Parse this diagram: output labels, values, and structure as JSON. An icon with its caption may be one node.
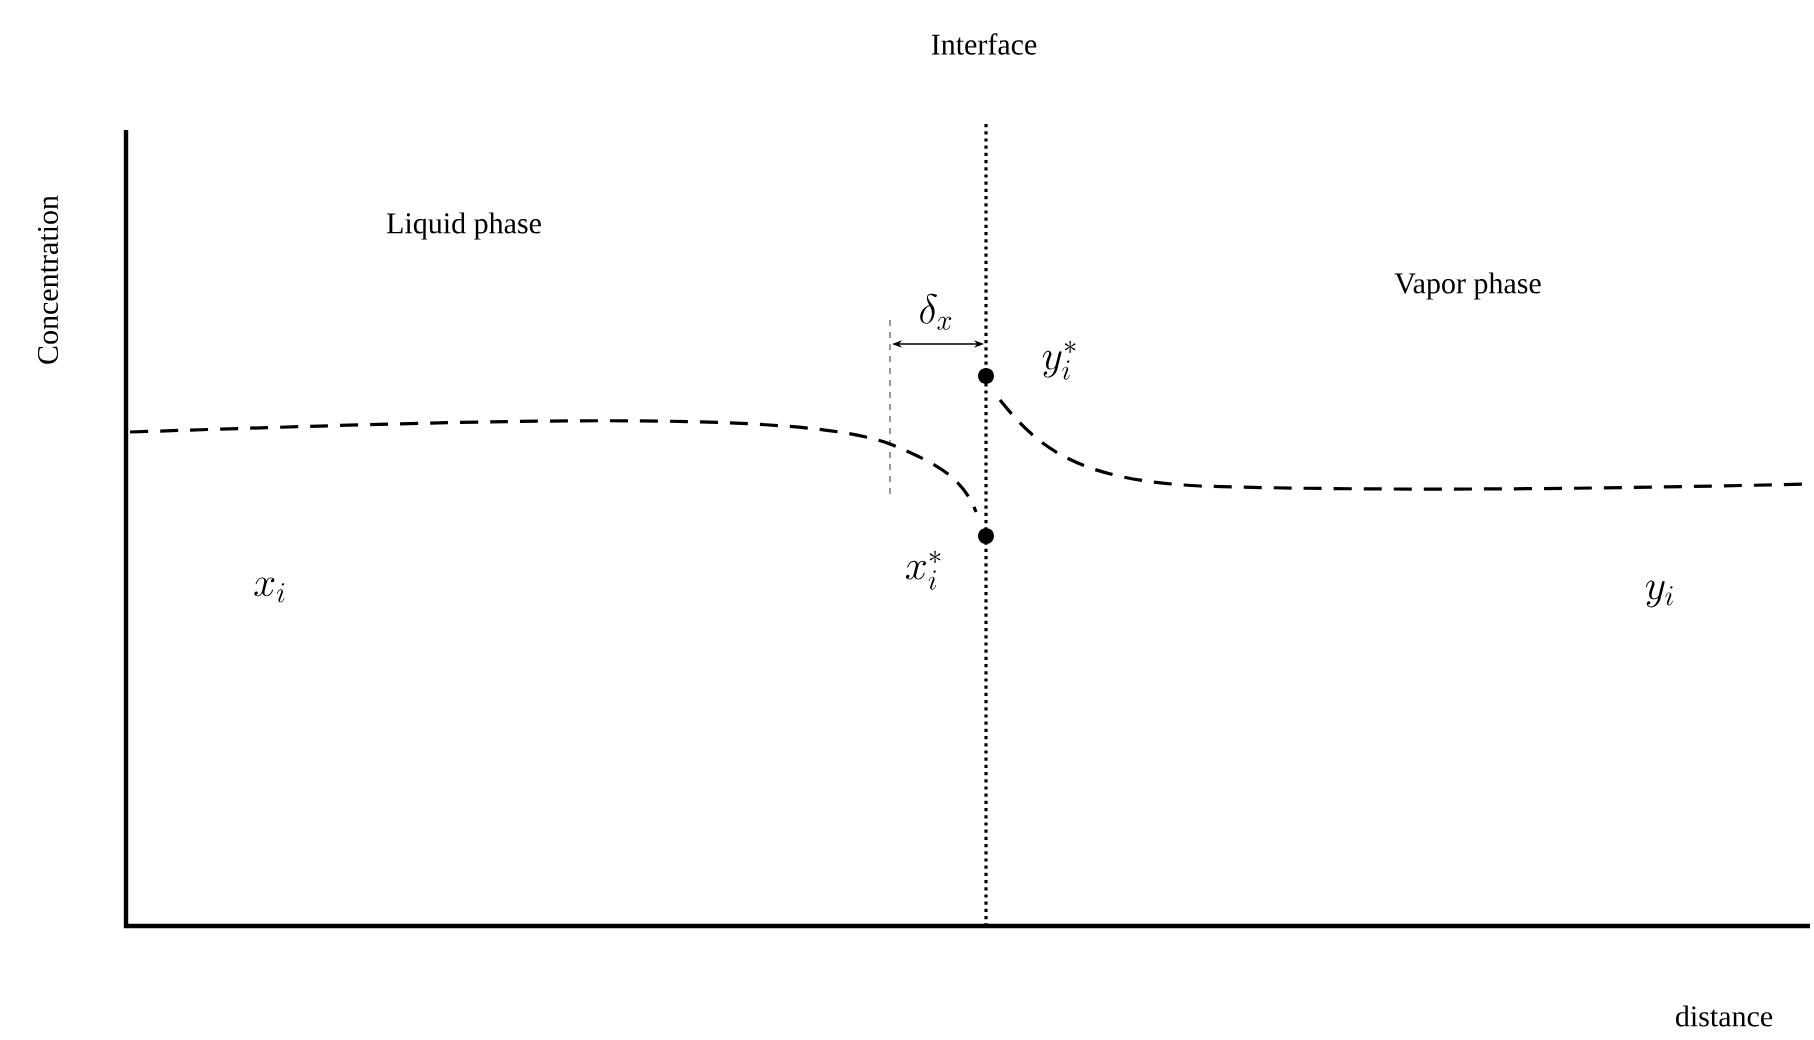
{
  "diagram": {
    "labels": [
      "Interface",
      "Concentration",
      "Liquid phase",
      "Vapor  phase",
      "\\delta_{x}",
      "y^{*}_{i}",
      "x_{i}",
      "x^{*}_{i}",
      "y_{i}",
      "distance"
    ]
  }
}
